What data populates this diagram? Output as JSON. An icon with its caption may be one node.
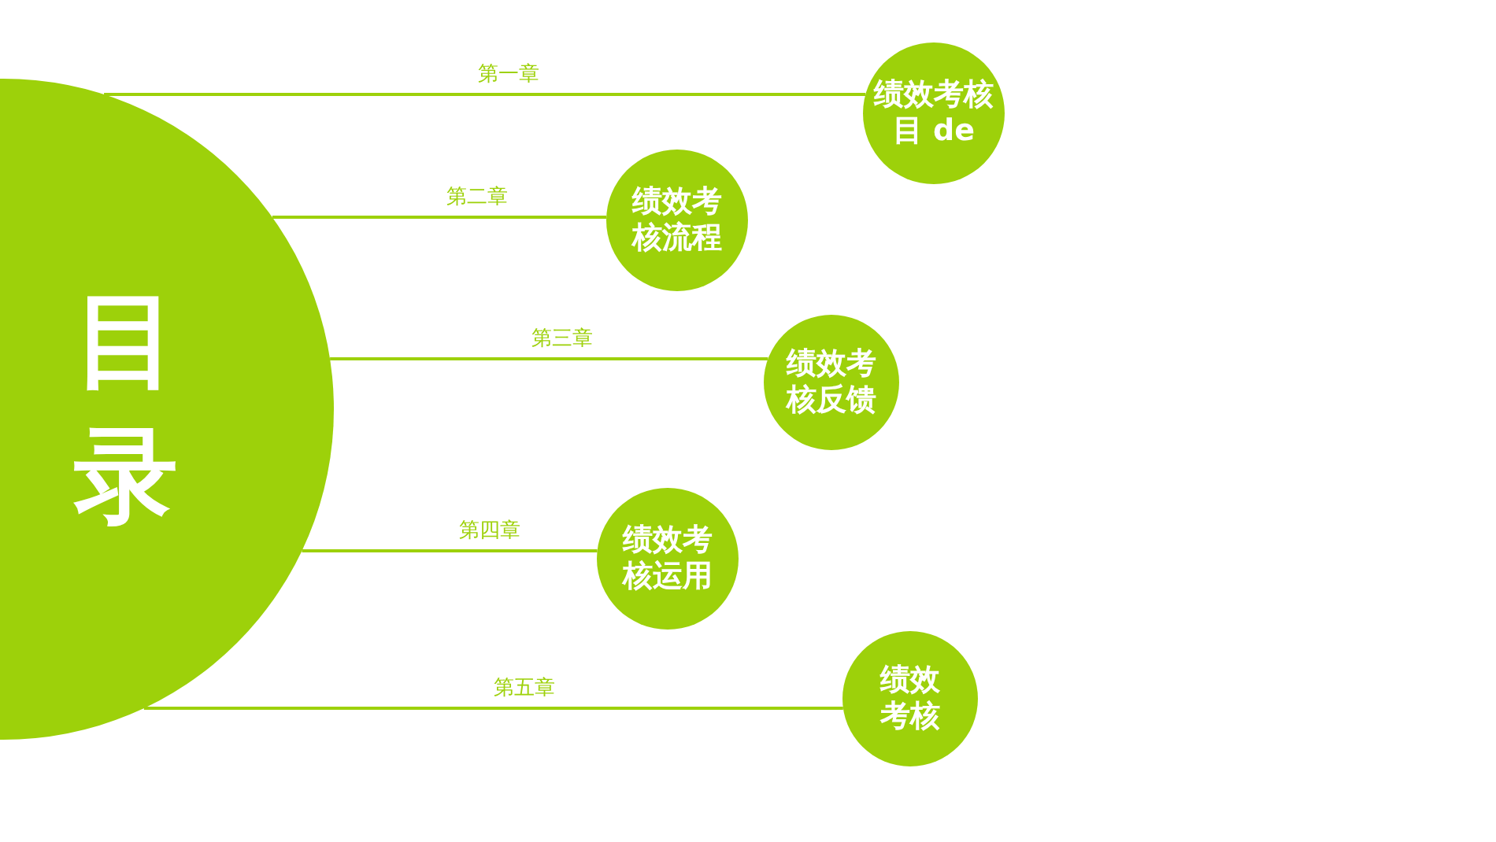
{
  "diagram": {
    "nodes": [
      {
        "text": [
          "目录"
        ]
      },
      {
        "text": [
          "绩效考核目 de"
        ]
      },
      {
        "text": [
          "绩效考核流程"
        ]
      },
      {
        "text": [
          "绩效考核反馈"
        ]
      },
      {
        "text": [
          "绩效考核运用"
        ]
      },
      {
        "text": [
          "绩效考核"
        ]
      }
    ],
    "edges": [
      {
        "from": 0,
        "to": 1,
        "arrow": "none",
        "label": "第一章"
      },
      {
        "from": 0,
        "to": 2,
        "arrow": "none",
        "label": "第二章"
      },
      {
        "from": 0,
        "to": 3,
        "arrow": "none",
        "label": "第三章"
      },
      {
        "from": 0,
        "to": 4,
        "arrow": "none",
        "label": "第四章"
      },
      {
        "from": 0,
        "to": 5,
        "arrow": "none",
        "label": "第五章"
      }
    ]
  }
}
